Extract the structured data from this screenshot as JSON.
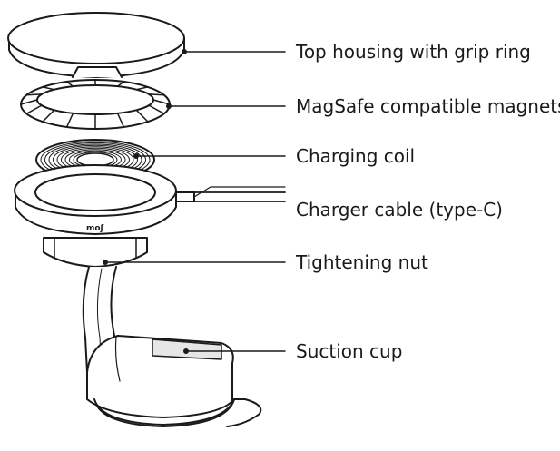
{
  "colors": {
    "stroke": "#1a1a1a",
    "fill": "#ffffff",
    "shade": "#e6e6e6",
    "text": "#1a1a1a"
  },
  "brand_mark": "moʃ",
  "callouts": [
    {
      "id": "top-housing",
      "text": "Top housing with grip ring"
    },
    {
      "id": "magnets",
      "text": "MagSafe compatible magnets"
    },
    {
      "id": "coil",
      "text": "Charging coil"
    },
    {
      "id": "cable",
      "text": "Charger cable (type-C)"
    },
    {
      "id": "nut",
      "text": "Tightening nut"
    },
    {
      "id": "suction",
      "text": "Suction cup"
    }
  ]
}
